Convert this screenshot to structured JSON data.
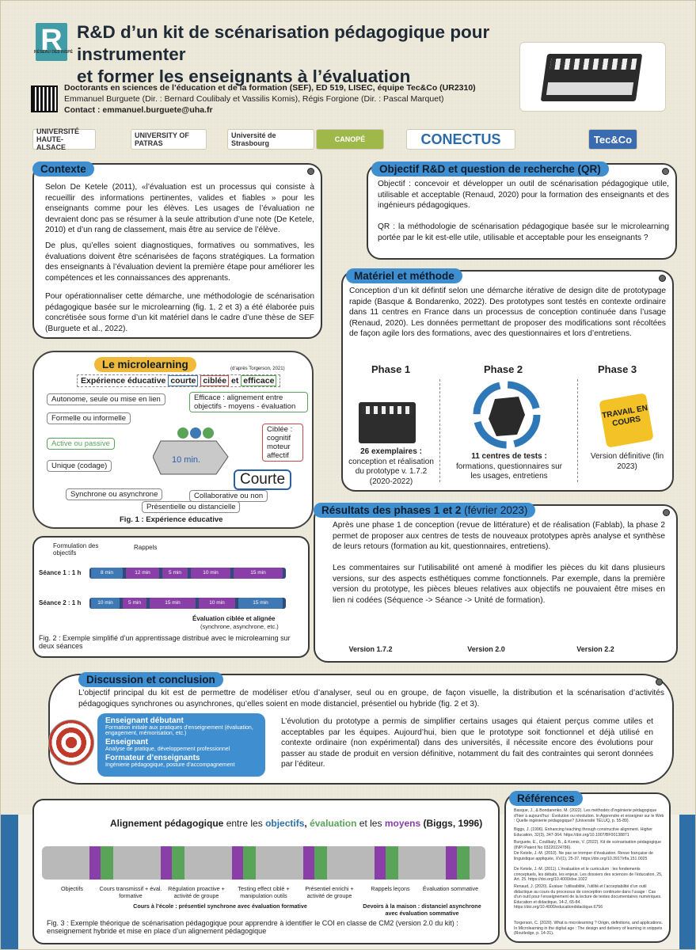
{
  "header": {
    "title_line1": "R&D d’un kit de scénarisation pédagogique pour instrumenter",
    "title_line2": "et former les enseignants à l’évaluation",
    "logo_letter": "R",
    "logo_caption": "RÉSEAU DES INSPÉ",
    "authors_line1": "Doctorants en sciences de l’éducation et de la formation (SEF), ED 519, LISEC, équipe Tec&Co (UR2310)",
    "authors_line2": "Emmanuel Burguete (Dir. : Bernard Coulibaly et Vassilis Komis), Régis Forgione (Dir. : Pascal Marquet)",
    "contact": "Contact : emmanuel.burguete@uha.fr"
  },
  "logos": [
    "UNIVERSITÉ HAUTE-ALSACE",
    "UNIVERSITY OF PATRAS",
    "Université de Strasbourg",
    "CANOPÉ",
    "CONECTUS",
    "Tec&Co"
  ],
  "contexte": {
    "heading": "Contexte",
    "p1": "Selon De Ketele (2011), «l’évaluation est un processus qui consiste à recueillir des informations pertinentes, valides et fiables » pour les enseignants comme pour les élèves. Les usages de l’évaluation ne devraient donc pas se résumer à la seule attribution d’une note (De Ketele, 2010) et d’un rang de classement, mais être au service de l’élève.",
    "p2": "De plus, qu’elles soient diagnostiques, formatives ou sommatives, les évaluations doivent être scénarisées de façons stratégiques. La formation des enseignants à l’évaluation devient la première étape pour améliorer les compétences et les connaissances des apprenants.",
    "p3": "Pour opérationnaliser cette démarche, une méthodologie de scénarisation pédagogique basée sur le microlearning (fig. 1, 2 et 3) a été élaborée puis concrétisée sous forme d’un kit matériel dans le cadre d’une thèse de SEF (Burguete et al., 2022)."
  },
  "objectif": {
    "heading": "Objectif R&D et question de recherche (QR)",
    "p1": "Objectif : concevoir et développer un outil de scénarisation pédagogique utile, utilisable et acceptable (Renaud, 2020) pour la formation des enseignants et des ingénieurs pédagogiques.",
    "p2": "QR : la méthodologie de scénarisation pédagogique basée sur le microlearning portée par le kit est-elle utile, utilisable et acceptable pour les enseignants ?"
  },
  "materiel": {
    "heading": "Matériel et méthode",
    "p1": "Conception d’un kit défintif selon une démarche itérative de design dite de prototypage rapide (Basque & Bondarenko, 2022). Des prototypes sont testés en contexte ordinaire dans 11 centres en France dans un processus de conception continuée dans l’usage (Renaud, 2020). Les données permettant de proposer des modifications sont récoltées de façon agile lors des formations, avec des questionnaires et lors d’entretiens.",
    "phase1": "Phase 1",
    "phase2": "Phase 2",
    "phase3": "Phase 3",
    "cap1_bold": "26 exemplaires :",
    "cap1": "conception et réalisation du prototype v. 1.7.2 (2020-2022)",
    "cap2_bold": "11 centres de tests :",
    "cap2": "formations, questionnaires sur les usages, entretiens",
    "cap3": "Version définitive (fin 2023)",
    "travail": "TRAVAIL EN COURS"
  },
  "microlearning": {
    "heading": "Le microlearning",
    "source": "(d’après Torgerson, 2021)",
    "experience": "Expérience éducative",
    "courte": "courte",
    "ciblee": "ciblée",
    "et": "et",
    "efficace": "efficace",
    "tags": [
      "Autonome, seule ou mise en lien",
      "Formelle ou informelle",
      "Active ou passive",
      "Unique (codage)",
      "Synchrone ou asynchrone",
      "Présentielle ou distancielle",
      "Collaborative ou non"
    ],
    "efficace_def": "Efficace : alignement entre objectifs - moyens - évaluation",
    "ciblee_def": "Ciblée : cognitif moteur affectif",
    "courte_big": "Courte",
    "duration": "10 min.",
    "caption": "Fig. 1 : Expérience éducative"
  },
  "sequence": {
    "formulation": "Formulation des objectifs",
    "rappels": "Rappels",
    "seance1": "Séance 1 : 1 h",
    "seance2": "Séance 2 : 1 h",
    "row1": [
      "8 min",
      "12 min",
      "5 min",
      "10 min",
      "15 min"
    ],
    "row2": [
      "10 min",
      "5 min",
      "15 min",
      "10 min",
      "15 min"
    ],
    "eval_label": "Évaluation ciblée et alignée",
    "eval_sub": "(synchrone, asynchrone, etc.)",
    "caption": "Fig. 2 : Exemple simplifié d’un apprentissage distribué avec le microlearning sur deux séances"
  },
  "resultats": {
    "heading": "Résultats des phases 1 et 2",
    "date": "(février 2023)",
    "p1": "Après une phase 1 de conception (revue de littérature) et de réalisation (Fablab), la phase 2 permet de proposer aux centres de tests de nouveaux prototypes après analyse et synthèse de leurs retours (formation au kit, questionnaires, entretiens).",
    "p2": "Les commentaires sur l’utilisabilité ont amené à modifier les pièces du kit dans plusieurs versions, sur des aspects esthétiques comme fonctionnels. Par exemple, dans la première version du prototype, les pièces bleues relatives aux objectifs ne pouvaient être mises en lien ni codées (Séquence -> Séance -> Unité de formation).",
    "versions": [
      "Version 1.7.2",
      "Version 2.0",
      "Version 2.2"
    ]
  },
  "discussion": {
    "heading": "Discussion et conclusion",
    "p1": "L’objectif principal du kit est de permettre de modéliser et/ou d’analyser, seul ou en groupe, de façon visuelle, la distribution et la scénarisation d’activités pédagogiques synchrones ou asynchrones, qu’elles soient en mode distanciel, présentiel ou hybride (fig. 2 et 3).",
    "p2": "L’évolution du prototype a permis de simplifier certains usages qui étaient perçus comme utiles et acceptables par les équipes. Aujourd’hui, bien que le prototype soit fonctionnel et déjà utilisé en contexte ordinaire (non expérimental) dans des universités, il nécessite encore des évolutions pour passer au stade de produit en version définitive, notamment du fait des contraintes qui seront données par l’éditeur.",
    "ens1_t": "Enseignant débutant",
    "ens1_s": "Formation initiale aux pratiques d’enseignement (évaluation, engagement, mémorisation, etc.)",
    "ens2_t": "Enseignant",
    "ens2_s": "Analyse de pratique, développement professionnel",
    "ens3_t": "Formateur d’enseignants",
    "ens3_s": "Ingénierie pédagogique, posture d’accompagnement"
  },
  "fig3": {
    "title_a": "Alignement pédagogique",
    "title_b": "entre les",
    "objectifs": "objectifs",
    "evaluation": "évaluation",
    "moyens": "moyens",
    "title_c": "et les",
    "biggs": "(Biggs, 1996)",
    "labels": [
      "Objectifs",
      "Cours transmissif + éval. formative",
      "Régulation proactive + activité de groupe",
      "Testing effect ciblé + manipulation outils",
      "Présentiel enrichi + activité de groupe",
      "Évaluation sommative",
      "Rappels leçons"
    ],
    "ecole": "Cours à l’école : présentiel synchrone avec évaluation formative",
    "maison": "Devoirs à la maison : distanciel asynchrone avec évaluation sommative",
    "caption": "Fig. 3 : Exemple théorique de scénarisation pédagogique pour apprendre à identifier le COI en classe de CM2 (version 2.0 du kit) : enseignement hybride et mise en place d’un alignement pédagogique"
  },
  "references": {
    "heading": "Références",
    "items": [
      "Basque, J., & Bondarenko, M. (2022). Les méthodes d’ingénierie pédagogique d’hier à aujourd’hui : Évolution ou révolution. In Apprendre et enseigner sur le Web : Quelle ingénierie pédagogique? (Université TÉLUQ, p. 55-89).",
      "Biggs, J. (1996). Enhancing teaching through constructive alignment. Higher Education, 32(3), 347-364. https://doi.org/10.1007/BF00138871",
      "Burguete, E., Coulibaly, B., & Komis, V. (2022). Kit de scénarisation pédagogique (INPI Patent No 03220224786).",
      "De Ketele, J.-M. (2010). Ne pas se tromper d’évaluation. Revue française de linguistique appliquée, XV(1), 25-37. https://doi.org/10.3917/rfla.151.0025",
      "De Ketele, J.-M. (2011). L’évaluation et le curriculum : les fondements conceptuels, les débats, les enjeux. Les dossiers des sciences de l’éducation, 25, Art. 25. https://doi.org/10.4000/dse.1022",
      "Renaud, J. (2020). Évaluer l’utilisabilité, l’utilité et l’acceptabilité d’un outil didactique au cours du processus de conception continuée dans l’usage : Cas d’un outil pour l’enseignement de la lecture de textes documentaires numériques. Éducation et didactique, 14-2, 65-84. https://doi.org/10.4000/educationdidactique.6756",
      "Torgerson, C. (2020). What is microlearning ? Origin, definitions, and applications. In Microlearning in the digital age : The design and delivery of learning in snippets (Routledge, p. 14-31)."
    ]
  },
  "colors": {
    "accent": "#3f8ecf",
    "band": "#2f6fa8",
    "paper": "#ece9da"
  }
}
